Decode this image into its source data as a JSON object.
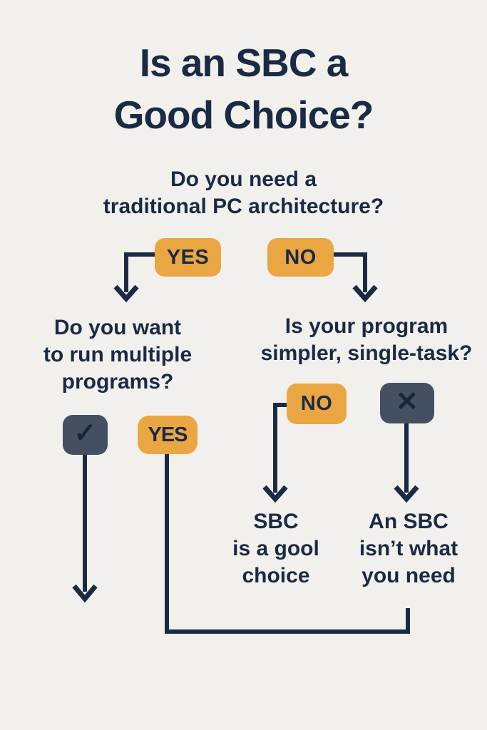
{
  "colors": {
    "background": "#f1f0ec",
    "ink_navy": "#1b2a44",
    "badge_orange": "#e9a642",
    "badge_slate": "#445061"
  },
  "title": {
    "line1": "Is an SBC a",
    "line2": "Good Choice?"
  },
  "root_question": {
    "line1": "Do you need a",
    "line2": "traditional PC architecture?"
  },
  "top_branch": {
    "yes_label": "YES",
    "no_label": "NO"
  },
  "left_branch": {
    "question": {
      "line1": "Do you want",
      "line2": "to run multiple",
      "line3": "programs?"
    },
    "check_icon": "✓",
    "yes_label": "YES"
  },
  "right_branch": {
    "question": {
      "line1": "Is your program",
      "line2": "simpler, single-task?"
    },
    "no_label": "NO",
    "x_icon": "✕"
  },
  "outcomes": {
    "positive": {
      "line1": "SBC",
      "line2": "is a gool",
      "line3": "choice"
    },
    "negative": {
      "line1": "An SBC",
      "line2": "isn’t what",
      "line3": "you need"
    }
  }
}
